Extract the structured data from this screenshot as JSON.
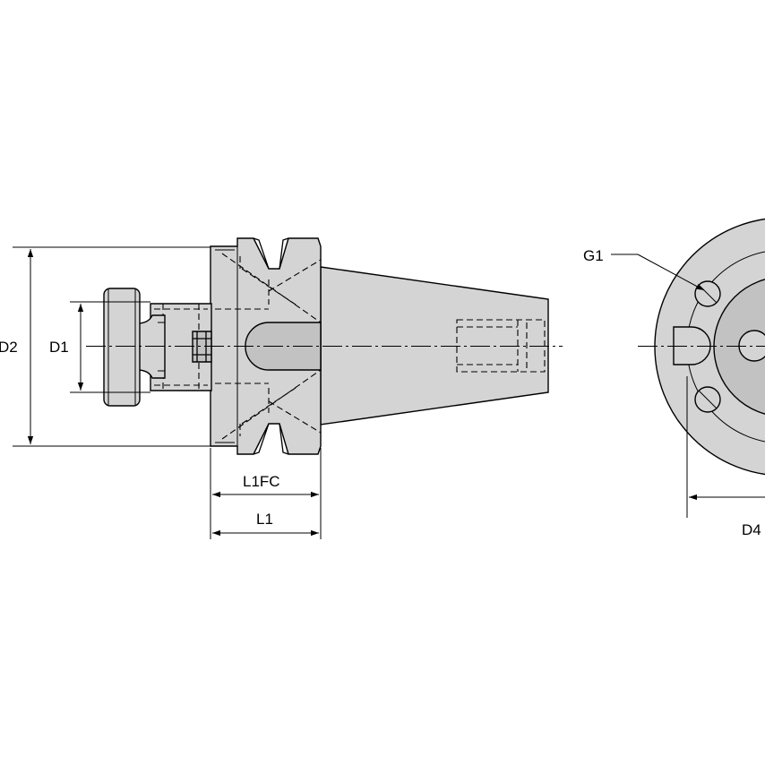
{
  "labels": {
    "d2": "D2",
    "d1": "D1",
    "l1fc": "L1FC",
    "l1": "L1",
    "g1": "G1",
    "d4": "D4"
  },
  "colors": {
    "part_fill": "#d4d4d4",
    "part_fill_dark": "#c2c2c2",
    "line": "#000000",
    "background": "#ffffff"
  }
}
